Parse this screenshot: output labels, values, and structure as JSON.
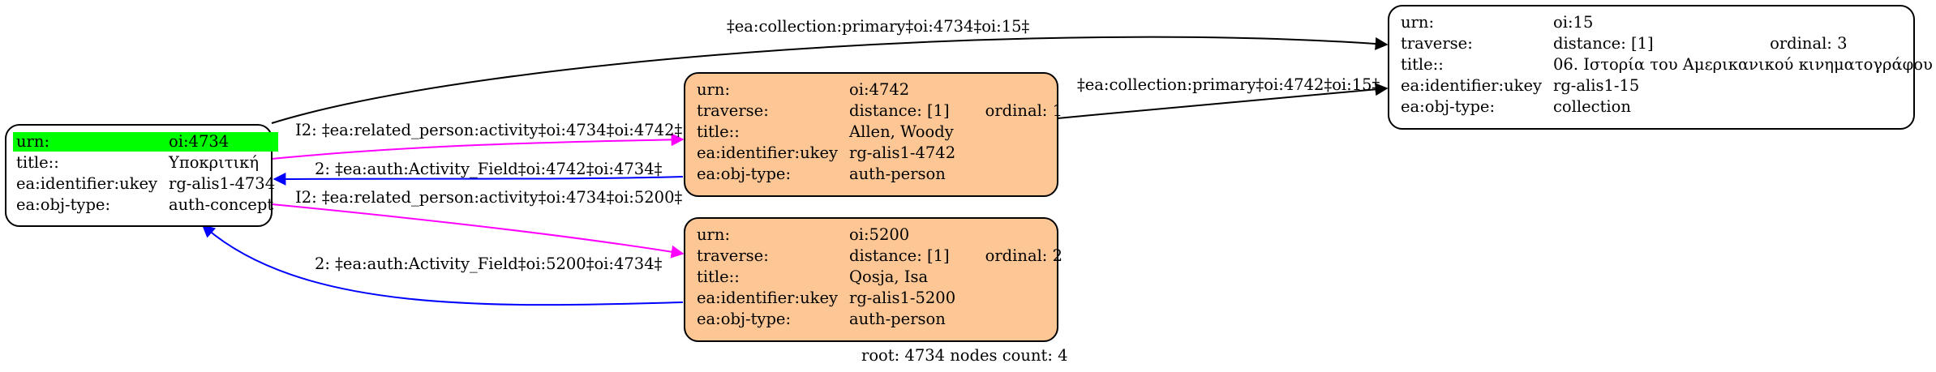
{
  "colors": {
    "node_fill": "#fdc795",
    "highlight": "#00ff00",
    "edge_black": "#000000",
    "edge_magenta": "#ff00ff",
    "edge_blue": "#0000ff"
  },
  "nodes": {
    "n4734": {
      "rows": [
        [
          "urn:",
          "oi:4734"
        ],
        [
          "title::",
          "Υποκριτική"
        ],
        [
          "ea:identifier:ukey",
          "rg-alis1-4734"
        ],
        [
          "ea:obj-type:",
          "auth-concept"
        ]
      ]
    },
    "n4742": {
      "rows": [
        [
          "urn:",
          "oi:4742"
        ],
        [
          "traverse:",
          "distance: [1]",
          "ordinal: 1"
        ],
        [
          "title::",
          "Allen, Woody"
        ],
        [
          "ea:identifier:ukey",
          "rg-alis1-4742"
        ],
        [
          "ea:obj-type:",
          "auth-person"
        ]
      ]
    },
    "n5200": {
      "rows": [
        [
          "urn:",
          "oi:5200"
        ],
        [
          "traverse:",
          "distance: [1]",
          "ordinal: 2"
        ],
        [
          "title::",
          "Qosja, Isa"
        ],
        [
          "ea:identifier:ukey",
          "rg-alis1-5200"
        ],
        [
          "ea:obj-type:",
          "auth-person"
        ]
      ]
    },
    "n15": {
      "rows": [
        [
          "urn:",
          "oi:15"
        ],
        [
          "traverse:",
          "distance: [1]",
          "ordinal: 3"
        ],
        [
          "title::",
          "06. Ιστορία του Αμερικανικού κινηματογράφου"
        ],
        [
          "ea:identifier:ukey",
          "rg-alis1-15"
        ],
        [
          "ea:obj-type:",
          "collection"
        ]
      ]
    }
  },
  "edges": {
    "e1": "‡ea:collection:primary‡oi:4734‡oi:15‡",
    "e2": "‡ea:collection:primary‡oi:4742‡oi:15‡",
    "e3": "I2: ‡ea:related_person:activity‡oi:4734‡oi:4742‡",
    "e4": "2: ‡ea:auth:Activity_Field‡oi:4742‡oi:4734‡",
    "e5": "I2: ‡ea:related_person:activity‡oi:4734‡oi:5200‡",
    "e6": "2: ‡ea:auth:Activity_Field‡oi:5200‡oi:4734‡"
  },
  "footer": "root: 4734 nodes count: 4"
}
